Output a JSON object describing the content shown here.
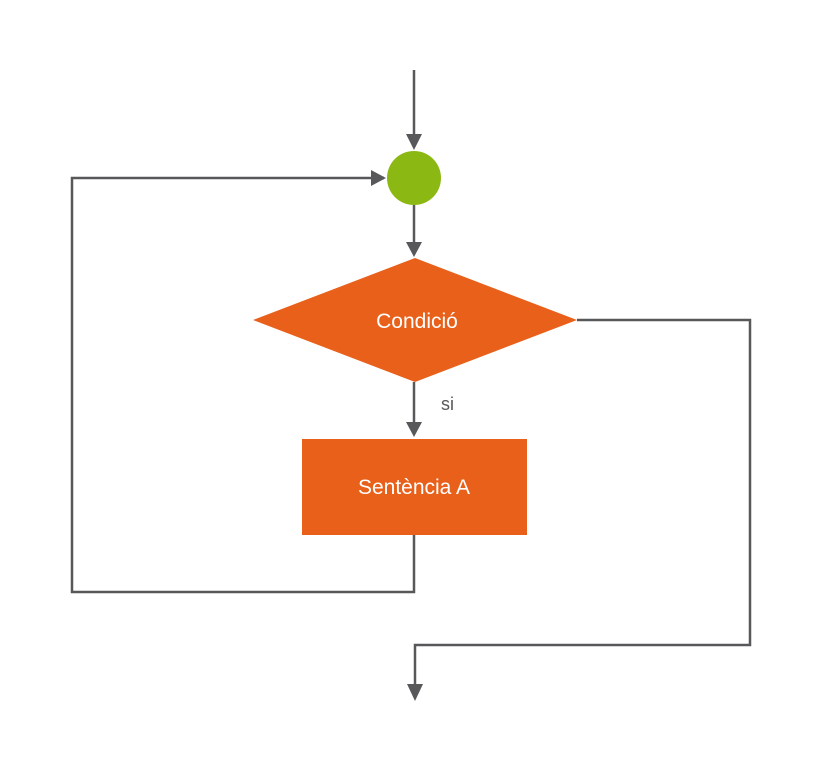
{
  "diagram": {
    "type": "flowchart",
    "nodes": {
      "loop_entry": {
        "shape": "circle",
        "label": ""
      },
      "condition": {
        "shape": "diamond",
        "label": "Condició"
      },
      "statement": {
        "shape": "rectangle",
        "label": "Sentència A"
      }
    },
    "edge_labels": {
      "condition_true": "si"
    },
    "colors": {
      "shape_orange": "#E8601A",
      "connector_green": "#8CB814",
      "line_gray": "#58585A",
      "text_on_shape": "#FFFFFF",
      "background": "#FFFFFF"
    }
  }
}
